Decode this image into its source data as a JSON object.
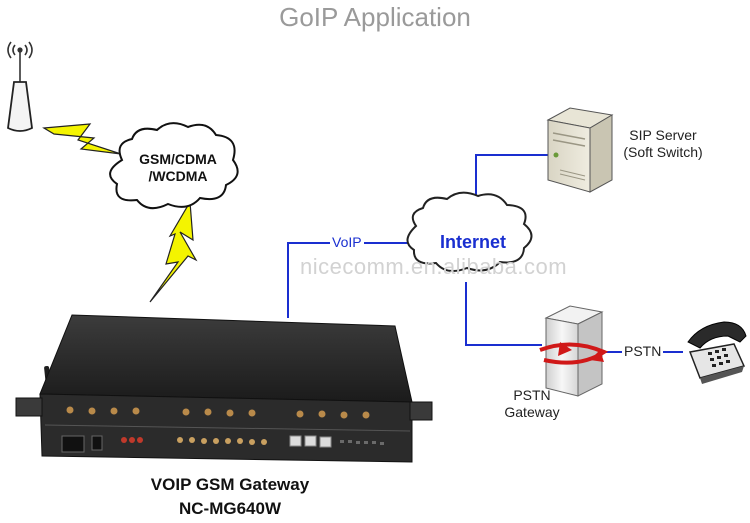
{
  "title": "GoIP Application",
  "cloud_gsm": {
    "line1": "GSM/CDMA",
    "line2": "/WCDMA"
  },
  "internet_label": "Internet",
  "voip_label": "VoIP",
  "sip_server": {
    "line1": "SIP Server",
    "line2": "(Soft Switch)"
  },
  "pstn_gateway": {
    "line1": "PSTN",
    "line2": "Gateway"
  },
  "pstn_label": "PSTN",
  "watermark": "nicecomm.en.alibaba.com",
  "gateway": {
    "line1": "VOIP GSM Gateway",
    "line2": "NC-MG640W"
  },
  "colors": {
    "link": "#1a2fd0",
    "lightning": "#f4f400",
    "title": "#9a9a9a",
    "device": "#2a2a2a"
  },
  "icons": [
    "antenna-tower-icon",
    "lightning-icon",
    "cloud-icon",
    "server-icon",
    "pstn-gateway-icon",
    "telephone-icon",
    "gateway-device-icon"
  ]
}
